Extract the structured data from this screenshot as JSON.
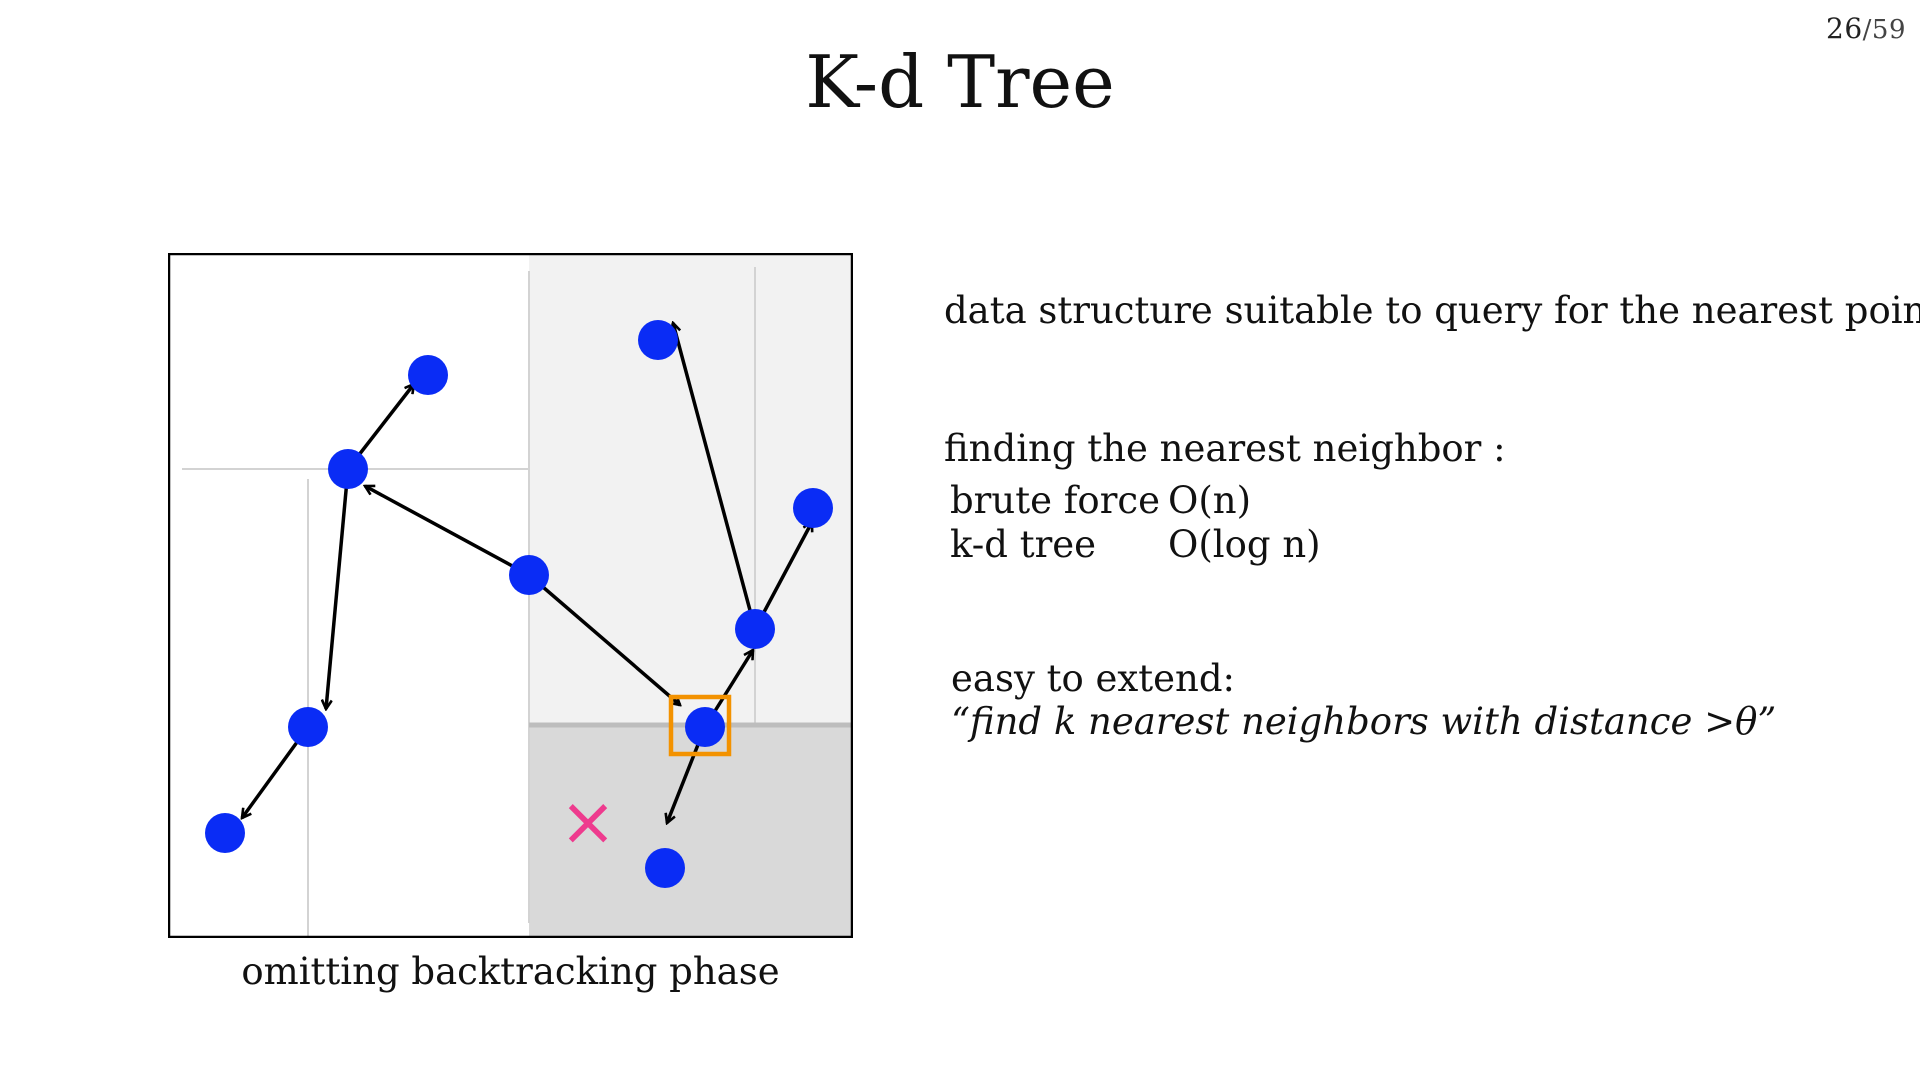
{
  "slide": {
    "title": "K-d Tree",
    "page_current": "26",
    "page_separator": "/",
    "page_total": "59"
  },
  "diagram": {
    "caption": "omitting backtracking phase",
    "query_marker": "×",
    "colors": {
      "point": "#0a2cf5",
      "arrow": "#000000",
      "query": "#ee3b8e",
      "highlight_box": "#f39200",
      "border": "#000000",
      "split_line": "#d3d3d3",
      "region_light": "#f2f2f2",
      "region_dark": "#d9d9d9"
    }
  },
  "content": {
    "description": "data structure suitable to query for the nearest points",
    "nn_heading": "finding the nearest neighbor :",
    "complexity": [
      {
        "method": "brute force",
        "cost": "O(n)"
      },
      {
        "method": "k-d tree",
        "cost": "O(log n)"
      }
    ],
    "extend_heading": "easy to extend:",
    "extend_example": "“find k nearest neighbors with distance >θ”"
  }
}
